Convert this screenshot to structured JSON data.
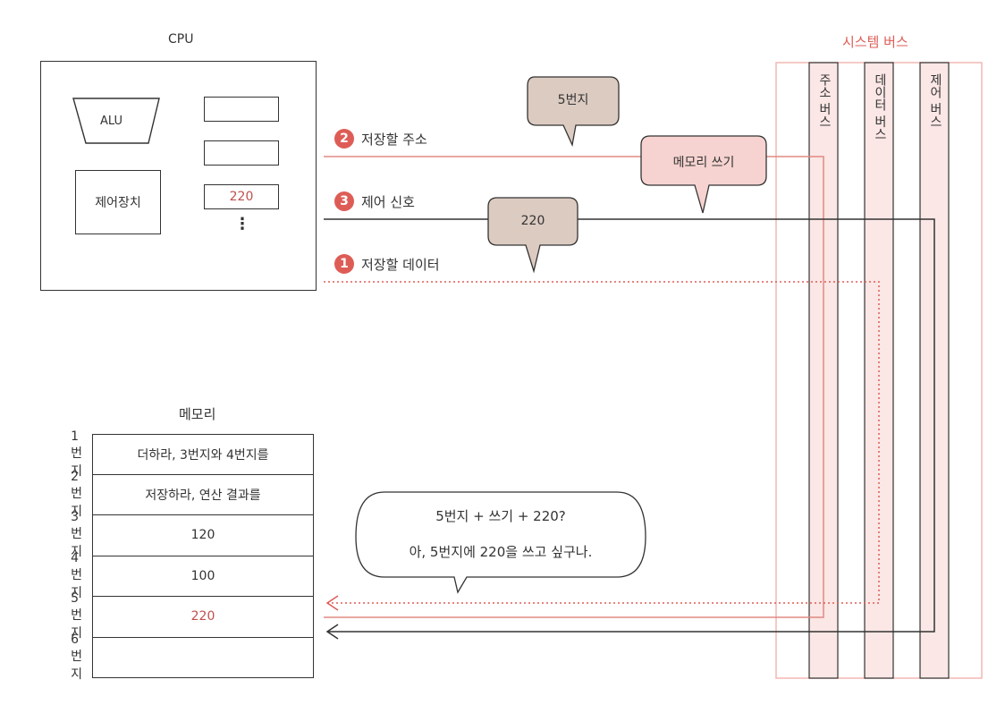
{
  "cpu": {
    "title": "CPU",
    "alu": "ALU",
    "control_unit": "제어장치",
    "register_value": "220",
    "ellipsis": "⋮"
  },
  "system_bus": {
    "title": "시스템 버스",
    "address_bus": "주소 버스",
    "data_bus": "데이터 버스",
    "control_bus": "제어 버스"
  },
  "signals": {
    "address": {
      "number": "2",
      "label": "저장할 주소"
    },
    "control": {
      "number": "3",
      "label": "제어 신호"
    },
    "data": {
      "number": "1",
      "label": "저장할 데이터"
    }
  },
  "bubbles": {
    "address_value": "5번지",
    "control_value": "메모리 쓰기",
    "data_value": "220"
  },
  "memory": {
    "title": "메모리",
    "rows": [
      {
        "address": "1번지",
        "content": "더하라, 3번지와 4번지를",
        "highlight": false
      },
      {
        "address": "2번지",
        "content": "저장하라, 연산 결과를",
        "highlight": false
      },
      {
        "address": "3번지",
        "content": "120",
        "highlight": false
      },
      {
        "address": "4번지",
        "content": "100",
        "highlight": false
      },
      {
        "address": "5번지",
        "content": "220",
        "highlight": true
      },
      {
        "address": "6번지",
        "content": "",
        "highlight": false
      }
    ]
  },
  "speech": {
    "line1": "5번지 + 쓰기 + 220?",
    "line2": "아, 5번지에 220을 쓰고 싶구나."
  },
  "colors": {
    "accent": "#dd5d56",
    "bubble_tan": "#dccbc1",
    "bubble_pink": "#f6d3d0",
    "bus_band": "#fbe7e5",
    "bus_border": "#f2b8b3",
    "line": "#333333"
  }
}
